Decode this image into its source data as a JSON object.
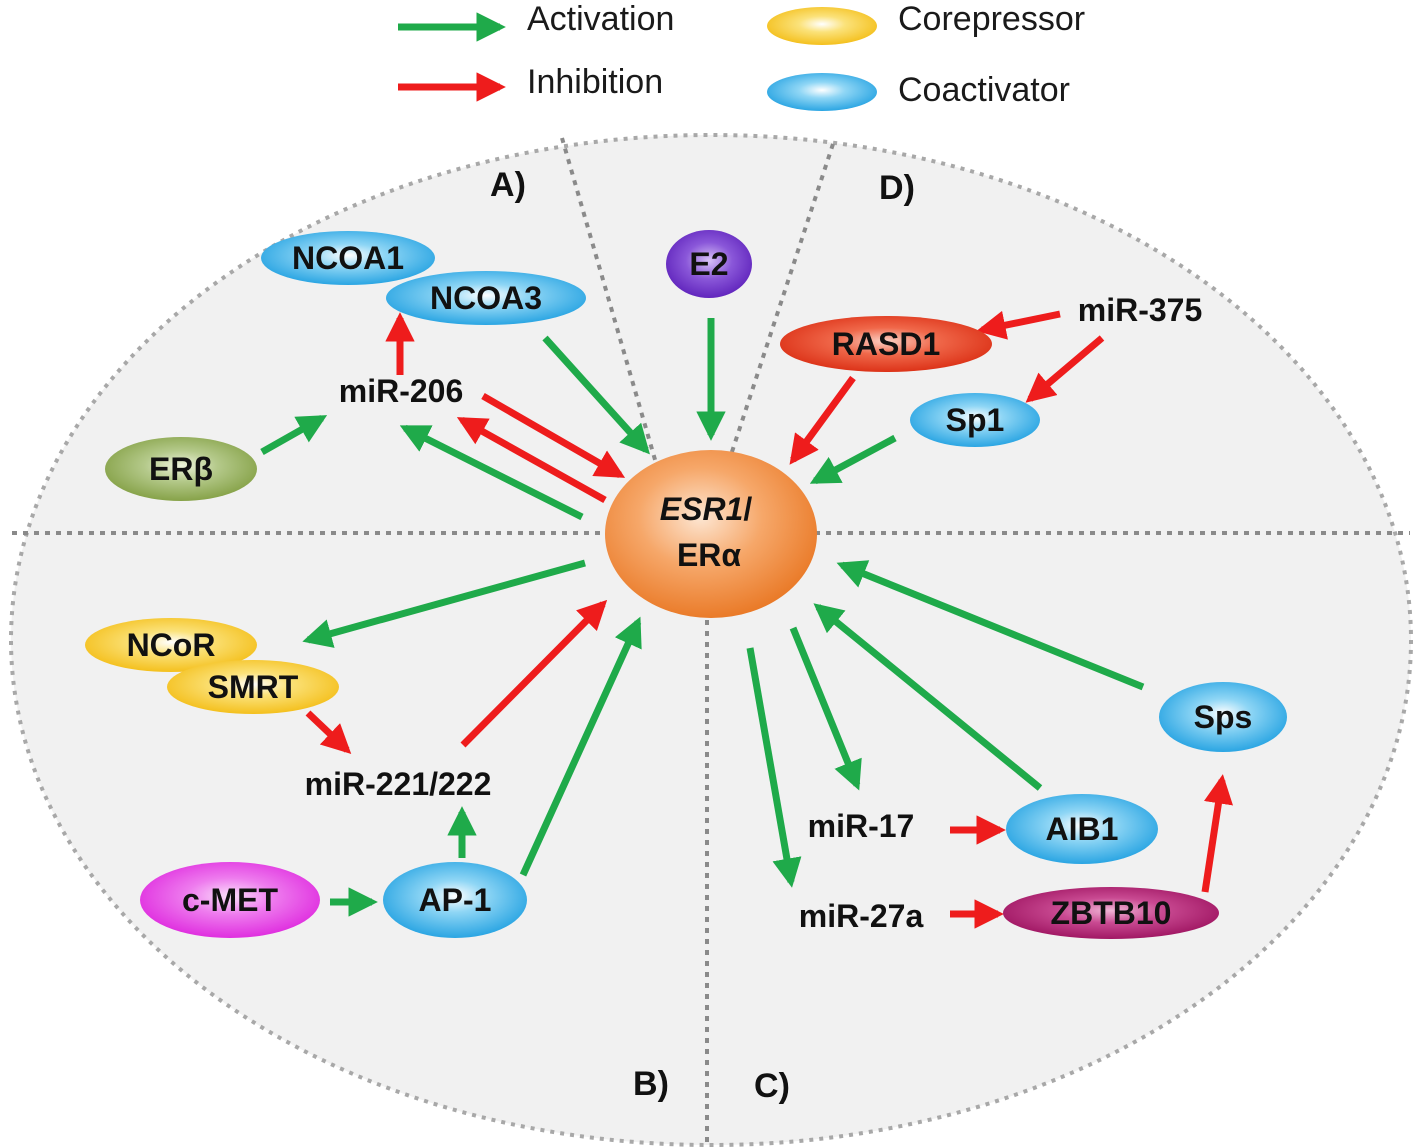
{
  "legend": {
    "activation": "Activation",
    "inhibition": "Inhibition",
    "corepressor": "Corepressor",
    "coactivator": "Coactivator"
  },
  "quadrants": {
    "a": "A)",
    "b": "B)",
    "c": "C)",
    "d": "D)"
  },
  "center": {
    "line1": "ESR1",
    "line1_suffix": "/",
    "line2": "ERα"
  },
  "nodes": {
    "ncoa1": "NCOA1",
    "ncoa3": "NCOA3",
    "mir206": "miR-206",
    "erb": "ERβ",
    "e2": "E2",
    "rasd1": "RASD1",
    "mir375": "miR-375",
    "sp1": "Sp1",
    "ncor": "NCoR",
    "smrt": "SMRT",
    "mir221": "miR-221/222",
    "cmet": "c-MET",
    "ap1": "AP-1",
    "sps": "Sps",
    "mir17": "miR-17",
    "aib1": "AIB1",
    "mir27a": "miR-27a",
    "zbtb10": "ZBTB10"
  },
  "colors": {
    "activation": "#1faa4a",
    "inhibition": "#ee1c1c",
    "corepressor": "#f7c81a",
    "coactivator": "#2aa9e6",
    "center": "#f28a3a",
    "erb": "#8aa84a",
    "e2": "#6a2bc7",
    "rasd1": "#e53a1c",
    "cmet": "#e83ae8",
    "zbtb10": "#b0186e",
    "background_ellipse": "#f1f1f1"
  }
}
